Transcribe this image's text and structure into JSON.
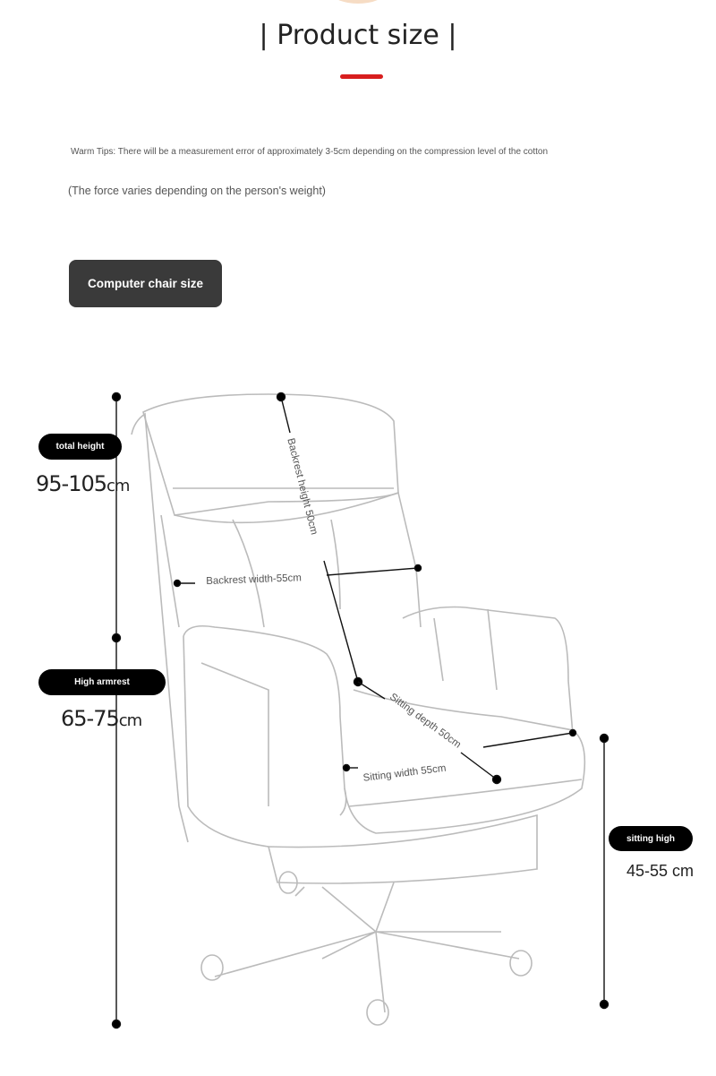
{
  "header": {
    "title": "| Product size |",
    "accent": "#d81e1e"
  },
  "tips": {
    "line1": "Warm Tips: There will be a measurement error of approximately 3-5cm depending on the compression level of the cotton",
    "line2": "(The force varies depending on the person's weight)"
  },
  "section_button": "Computer chair size",
  "dimensions": {
    "total_height": {
      "label": "total height",
      "value": "95-105",
      "unit": "cm"
    },
    "armrest_height": {
      "label": "High armrest",
      "value": "65-75",
      "unit": "cm"
    },
    "seat_height": {
      "label": "sitting high",
      "value": "45-55 cm"
    },
    "backrest_height": "Backrest height 50cm",
    "backrest_width": "Backrest width-55cm",
    "seat_depth": "Sitting depth 50cm",
    "seat_width": "Sitting width 55cm"
  }
}
